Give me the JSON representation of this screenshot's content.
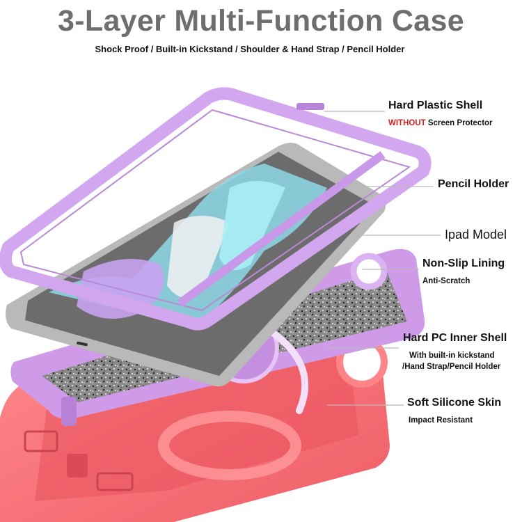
{
  "title": "3-Layer Multi-Function Case",
  "subtitle": "Shock Proof / Built-in Kickstand / Shoulder & Hand Strap / Pencil Holder",
  "callouts": {
    "hard_plastic_shell": {
      "label": "Hard Plastic Shell",
      "note_red": "WITHOUT",
      "note_rest": " Screen Protector"
    },
    "pencil_holder": {
      "label": "Pencil Holder"
    },
    "ipad_model": {
      "label": "Ipad Model"
    },
    "non_slip_lining": {
      "label": "Non-Slip Lining",
      "note": "Anti-Scratch"
    },
    "hard_pc_inner_shell": {
      "label": "Hard PC Inner Shell",
      "note_line1": "With built-in kickstand",
      "note_line2": "/Hand Strap/Pencil Holder"
    },
    "soft_silicone_skin": {
      "label": "Soft Silicone Skin",
      "note": "Impact Resistant"
    }
  },
  "colors": {
    "title_gray": "#6e6e6e",
    "lilac_frame": "#d2a6ee",
    "coral_skin": "#f2686e",
    "tablet_gray": "#6c6c6c",
    "warning_red": "#d81e1e"
  }
}
